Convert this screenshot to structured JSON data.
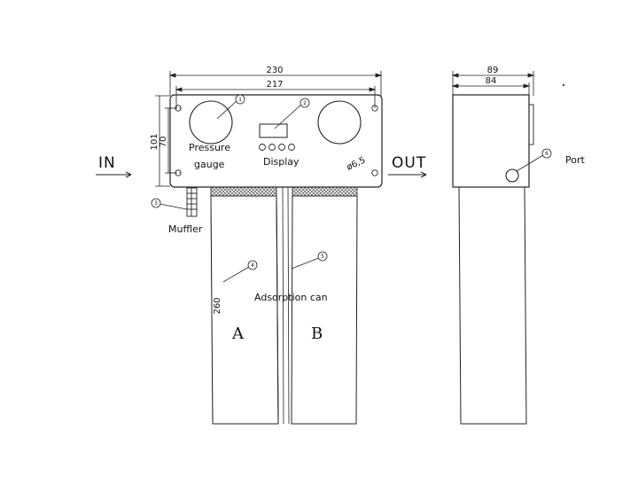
{
  "dimensions": {
    "overall_width": "230",
    "inner_width": "217",
    "height_outer": "101",
    "height_inner": "70",
    "can_length": "260",
    "hole_diameter": "ø6,5",
    "side_width": "89",
    "side_inner_width": "84"
  },
  "labels": {
    "pressure_gauge_line1": "Pressure",
    "pressure_gauge_line2": "gauge",
    "display": "Display",
    "muffler": "Muffler",
    "adsorption_can": "Adsorption can",
    "port": "Port",
    "inlet": "IN",
    "outlet": "OUT",
    "can_a": "A",
    "can_b": "B"
  },
  "callouts": {
    "c1": "1",
    "c2": "2",
    "c3": "3",
    "c4": "4",
    "c5": "5",
    "c6": "6"
  },
  "colors": {
    "line": "#222222",
    "mesh": "#555555"
  }
}
